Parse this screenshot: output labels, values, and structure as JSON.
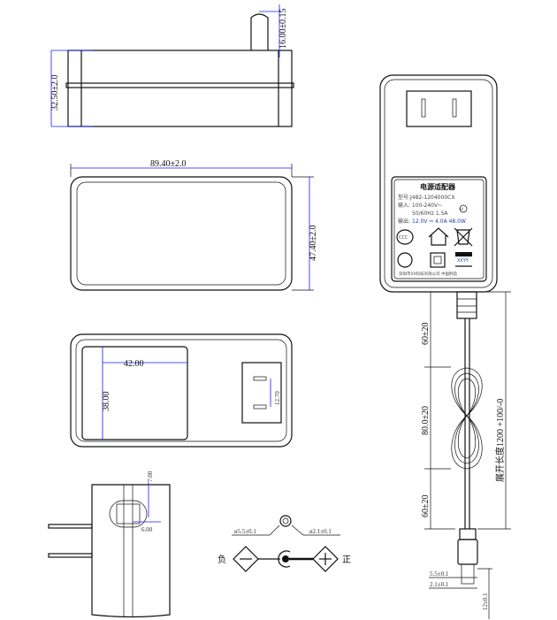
{
  "top_view": {
    "height_dim": "32.50±2.0",
    "pin_dim": "16.00±0.15"
  },
  "front_view": {
    "width_dim": "89.40±2.0",
    "depth_dim": "47.40±2.0"
  },
  "bottom_view": {
    "label_width_dim": "42.00",
    "label_height_dim": "38.00",
    "plug_dim": "12.70"
  },
  "side_view": {
    "dim_a": "7.00",
    "dim_b": "6.00"
  },
  "polarity": {
    "outer_dia": "ø5.5±0.1",
    "inner_dia": "ø2.1±0.1",
    "negative": "负",
    "positive": "正"
  },
  "nameplate": {
    "title": "电源适配器",
    "model": "型号:J482-1204000CX",
    "input": "输入: 100-240V~",
    "input_freq": "50/60Hz 1.5A",
    "output_label": "输出:",
    "output_values": "12.0V ⎓ 4.0A  48.0W",
    "efficiency_mark": "VI",
    "ccc_mark": "CCC",
    "date_code": "XXYY",
    "footer": "深圳市XX科技有限公司  中国制造"
  },
  "cable": {
    "seg1": "60±20",
    "seg2": "80.0±20",
    "seg3": "60±20",
    "total": "展开长度1200 +100/-0"
  },
  "plug": {
    "outer": "5.5±0.1",
    "inner": "2.1±0.1",
    "length": "12±0.1"
  },
  "colors": {
    "dimension": "#1a1aff",
    "outline": "#111111"
  }
}
